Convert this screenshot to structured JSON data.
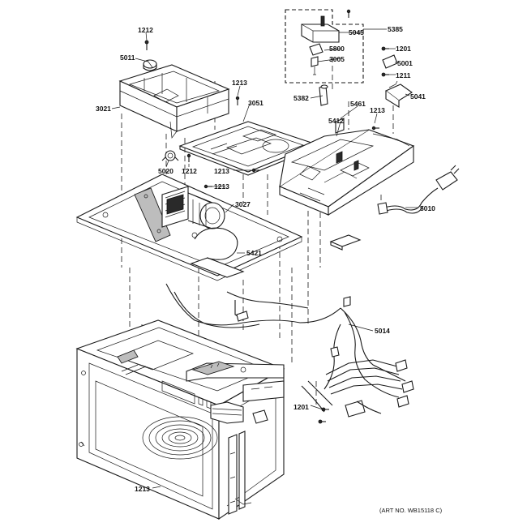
{
  "diagram": {
    "art_no": "(ART NO. WB15118 C)",
    "parts": {
      "p1212_top": "1212",
      "p5011": "5011",
      "p1213_a": "1213",
      "p3021": "3021",
      "p3051": "3051",
      "p5020": "5020",
      "p1212_mid": "1212",
      "p1213_b": "1213",
      "p1213_c": "1213",
      "p3027": "3027",
      "p5421": "5421",
      "p5385": "5385",
      "p5045": "5045",
      "p5800": "5800",
      "p3005": "3005",
      "p5382": "5382",
      "p1201_top": "1201",
      "p5001": "5001",
      "p1211": "1211",
      "p5041": "5041",
      "p5461": "5461",
      "p1213_d": "1213",
      "p5412": "5412",
      "p5010": "5010",
      "p5014": "5014",
      "p1201_bot": "1201",
      "p1213_e": "1213"
    }
  }
}
